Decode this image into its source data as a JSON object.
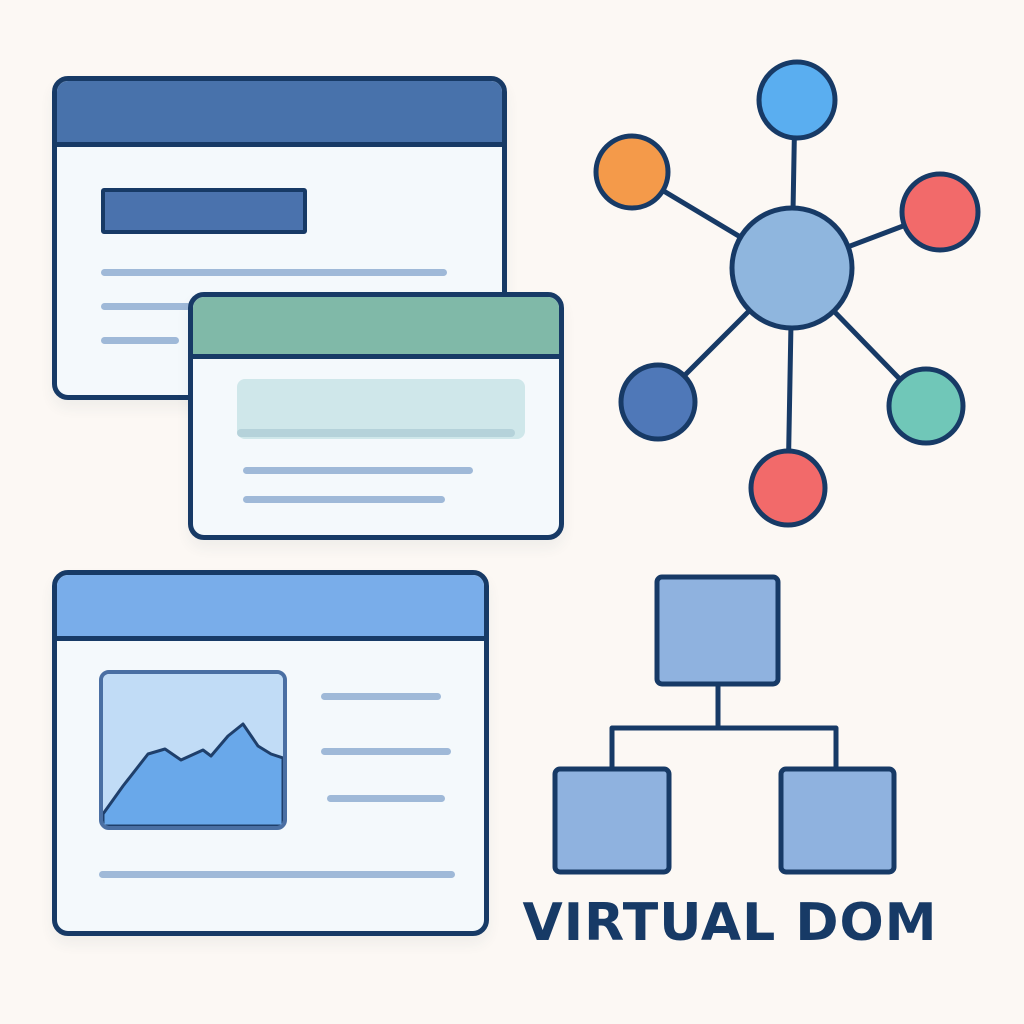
{
  "label": "VIRTUAL DOM",
  "colors": {
    "background": "#fcf8f4",
    "outline": "#173a66",
    "window_fill": "#f4f9fc",
    "titlebar_primary": "#4872ab",
    "titlebar_green": "#80b9a8",
    "titlebar_light_blue": "#79adea",
    "text_line": "#9fb9d8",
    "hub_node": "#8fb6de",
    "node_blue_light": "#5aaef0",
    "node_orange": "#f49a4a",
    "node_red": "#f26a6a",
    "node_blue_dark": "#4f78b8",
    "node_teal": "#70c7b8",
    "node_red_bottom": "#f26a6a",
    "tree_box": "#8fb2df"
  },
  "network_nodes": [
    "top",
    "top-left",
    "top-right",
    "bottom-left",
    "bottom-right",
    "bottom"
  ],
  "tree_nodes": [
    "root",
    "left-child",
    "right-child"
  ],
  "icons": [
    "browser-window-icon",
    "network-graph-icon",
    "tree-diagram-icon",
    "image-thumbnail-icon"
  ]
}
